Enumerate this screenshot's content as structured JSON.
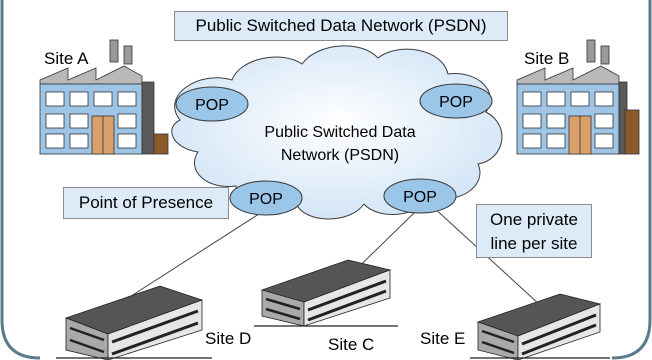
{
  "title_box": "Public Switched Data Network (PSDN)",
  "cloud_label": {
    "line1": "Public Switched Data",
    "line2": "Network (PSDN)"
  },
  "pop_label": "POP",
  "callouts": {
    "point_of_presence": "Point of Presence",
    "private_line": {
      "line1": "One private",
      "line2": "line per site"
    }
  },
  "sites": {
    "a": "Site A",
    "b": "Site B",
    "c": "Site C",
    "d": "Site D",
    "e": "Site E"
  },
  "colors": {
    "frame": "#5a7d8a",
    "box_fill": "#dcebf7",
    "cloud_fill": "#d6e9f7",
    "pop_fill": "#9cc6e8",
    "factory_wall": "#9ec4e6",
    "door": "#d9a06a"
  }
}
